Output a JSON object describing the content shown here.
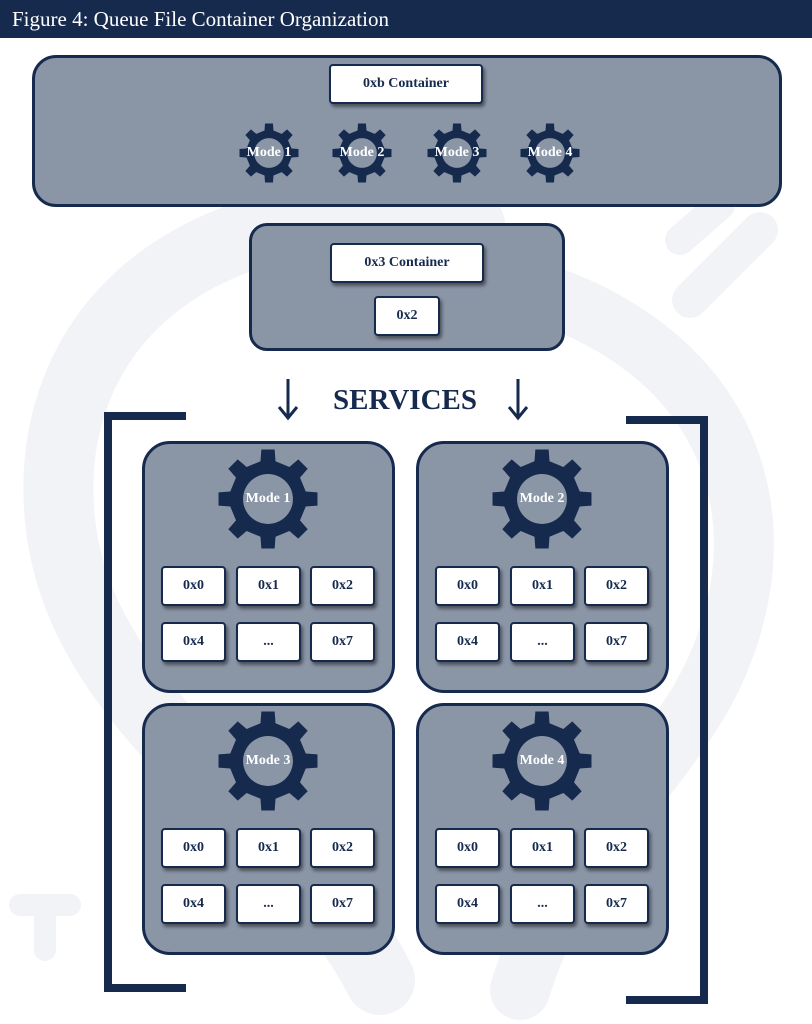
{
  "figure_title": "Figure 4: Queue File Container Organization",
  "top_container": {
    "label": "0xb Container",
    "modes": [
      "Mode 1",
      "Mode 2",
      "Mode 3",
      "Mode 4"
    ]
  },
  "mid_container": {
    "label": "0x3 Container",
    "item": "0x2"
  },
  "services_label": "SERVICES",
  "service_panels": [
    {
      "mode": "Mode 1",
      "cells": [
        "0x0",
        "0x1",
        "0x2",
        "0x4",
        "...",
        "0x7"
      ]
    },
    {
      "mode": "Mode 2",
      "cells": [
        "0x0",
        "0x1",
        "0x2",
        "0x4",
        "...",
        "0x7"
      ]
    },
    {
      "mode": "Mode 3",
      "cells": [
        "0x0",
        "0x1",
        "0x2",
        "0x4",
        "...",
        "0x7"
      ]
    },
    {
      "mode": "Mode 4",
      "cells": [
        "0x0",
        "0x1",
        "0x2",
        "0x4",
        "...",
        "0x7"
      ]
    }
  ],
  "colors": {
    "navy": "#162a4e",
    "panel_fill": "#8a95a6",
    "box_fill": "#ffffff",
    "watermark": "#f2f3f6"
  },
  "icons": [
    "gear-icon",
    "arrow-down-icon"
  ]
}
